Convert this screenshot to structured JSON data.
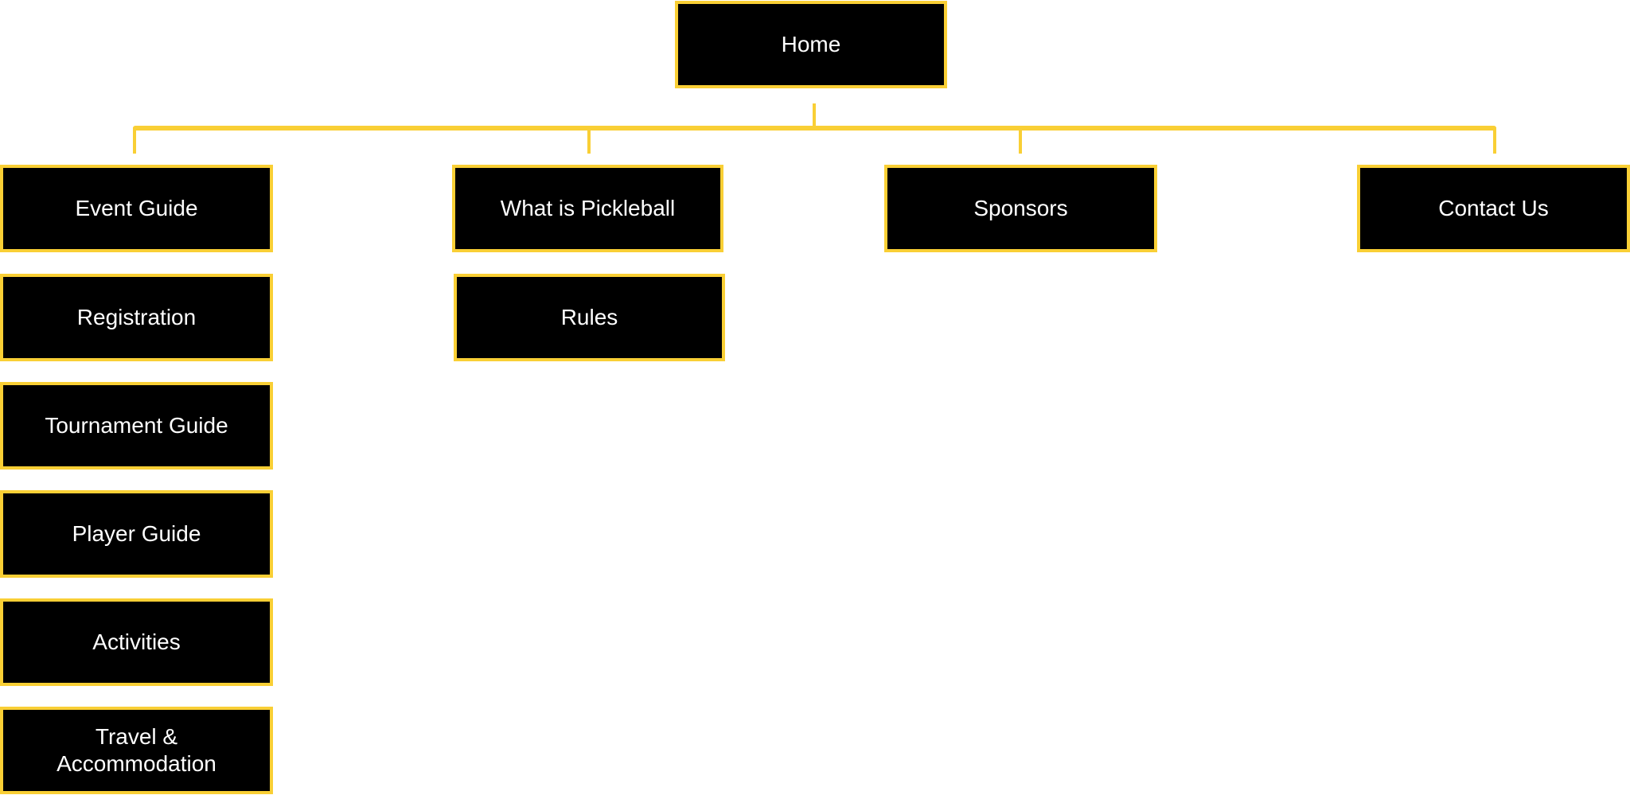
{
  "colors": {
    "node_fill": "#000000",
    "node_border": "#f9cf35",
    "node_text": "#ffffff",
    "connector": "#f9cf35",
    "background": "#ffffff"
  },
  "root": {
    "label": "Home"
  },
  "sections": [
    {
      "label": "Event Guide",
      "children": [
        "Registration",
        "Tournament Guide",
        "Player Guide",
        "Activities",
        "Travel & Accommodation"
      ]
    },
    {
      "label": "What is Pickleball",
      "children": [
        "Rules"
      ]
    },
    {
      "label": "Sponsors",
      "children": []
    },
    {
      "label": "Contact Us",
      "children": []
    }
  ]
}
